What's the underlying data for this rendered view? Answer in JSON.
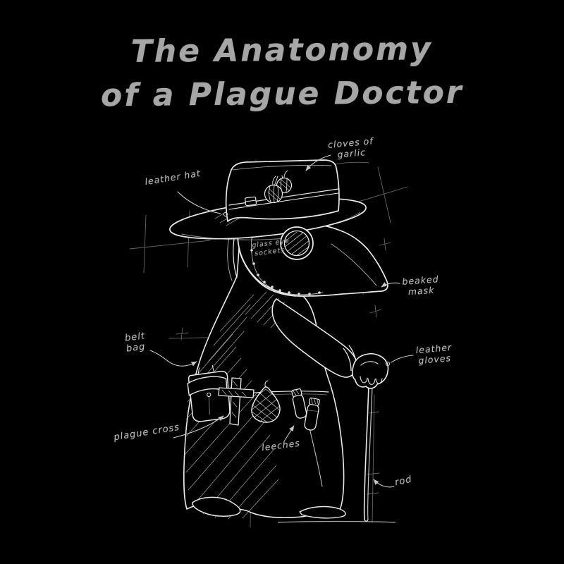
{
  "title": {
    "line1": "The Anatonomy",
    "line2": "of a Plague Doctor"
  },
  "labels": {
    "leather_hat": "leather hat",
    "cloves_of_garlic": {
      "line1": "cloves of",
      "line2": "garlic"
    },
    "glass_eye_sockets": {
      "line1": "glass eye",
      "line2": "sockets"
    },
    "beaked_mask": {
      "line1": "beaked",
      "line2": "mask"
    },
    "belt_bag": {
      "line1": "belt",
      "line2": "bag"
    },
    "leather_gloves": {
      "line1": "leather",
      "line2": "gloves"
    },
    "plague_cross": "plague cross",
    "leeches": "leeches",
    "rod": "rod"
  },
  "colors": {
    "background": "#000000",
    "ink": "#e8e8e8",
    "guides": "#787878",
    "labels": "#b3b3b3",
    "title": "#a6a6a6"
  }
}
